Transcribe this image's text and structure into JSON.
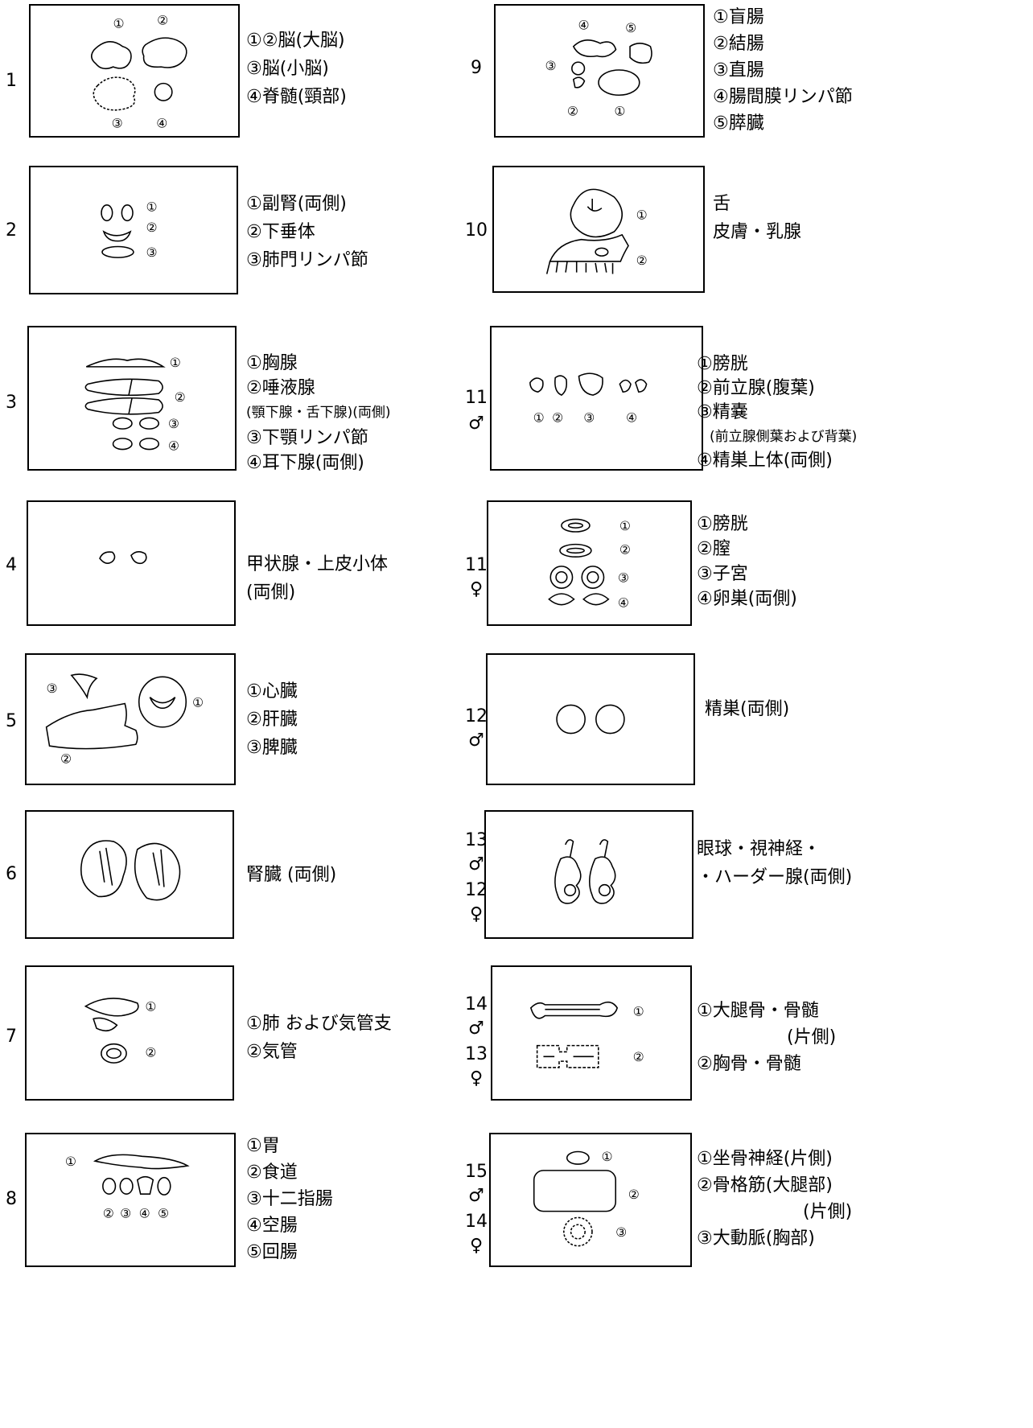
{
  "panels": [
    {
      "num": [
        "1"
      ],
      "labels": [
        "①②脳(大脳)",
        "③脳(小脳)",
        "④脊髄(頸部)"
      ]
    },
    {
      "num": [
        "2"
      ],
      "labels": [
        "①副腎(両側)",
        "②下垂体",
        "③肺門リンパ節"
      ]
    },
    {
      "num": [
        "3"
      ],
      "labels": [
        "①胸腺",
        "②唾液腺",
        "(顎下腺・舌下腺)(両側)",
        "③下顎リンパ節",
        "④耳下腺(両側)"
      ]
    },
    {
      "num": [
        "4"
      ],
      "labels": [
        "甲状腺・上皮小体",
        "(両側)"
      ]
    },
    {
      "num": [
        "5"
      ],
      "labels": [
        "①心臓",
        "②肝臓",
        "③脾臓"
      ]
    },
    {
      "num": [
        "6"
      ],
      "labels": [
        "腎臓 (両側)"
      ]
    },
    {
      "num": [
        "7"
      ],
      "labels": [
        "①肺 および気管支",
        "②気管"
      ]
    },
    {
      "num": [
        "8"
      ],
      "labels": [
        "①胃",
        "②食道",
        "③十二指腸",
        "④空腸",
        "⑤回腸"
      ]
    },
    {
      "num": [
        "9"
      ],
      "labels": [
        "①盲腸",
        "②結腸",
        "③直腸",
        "④腸間膜リンパ節",
        "⑤膵臓"
      ]
    },
    {
      "num": [
        "10"
      ],
      "labels": [
        "舌",
        "皮膚・乳腺"
      ]
    },
    {
      "num": [
        "11",
        "♂"
      ],
      "labels": [
        "①膀胱",
        "②前立腺(腹葉)",
        "③精嚢",
        "(前立腺側葉および背葉)",
        "④精巣上体(両側)"
      ]
    },
    {
      "num": [
        "11",
        "♀"
      ],
      "labels": [
        "①膀胱",
        "②膣",
        "③子宮",
        "④卵巣(両側)"
      ]
    },
    {
      "num": [
        "12",
        "♂"
      ],
      "labels": [
        "精巣(両側)"
      ]
    },
    {
      "num": [
        "13",
        "♂",
        "12",
        "♀"
      ],
      "labels": [
        "眼球・視神経・",
        "・ハーダー腺(両側)"
      ]
    },
    {
      "num": [
        "14",
        "♂",
        "13",
        "♀"
      ],
      "labels": [
        "①大腿骨・骨髄",
        "(片側)",
        "②胸骨・骨髄"
      ]
    },
    {
      "num": [
        "15",
        "♂",
        "14",
        "♀"
      ],
      "labels": [
        "①坐骨神経(片側)",
        "②骨格筋(大腿部)",
        "(片側)",
        "③大動脈(胸部)"
      ]
    }
  ],
  "marks": {
    "c1": "①",
    "c2": "②",
    "c3": "③",
    "c4": "④",
    "c5": "⑤"
  }
}
